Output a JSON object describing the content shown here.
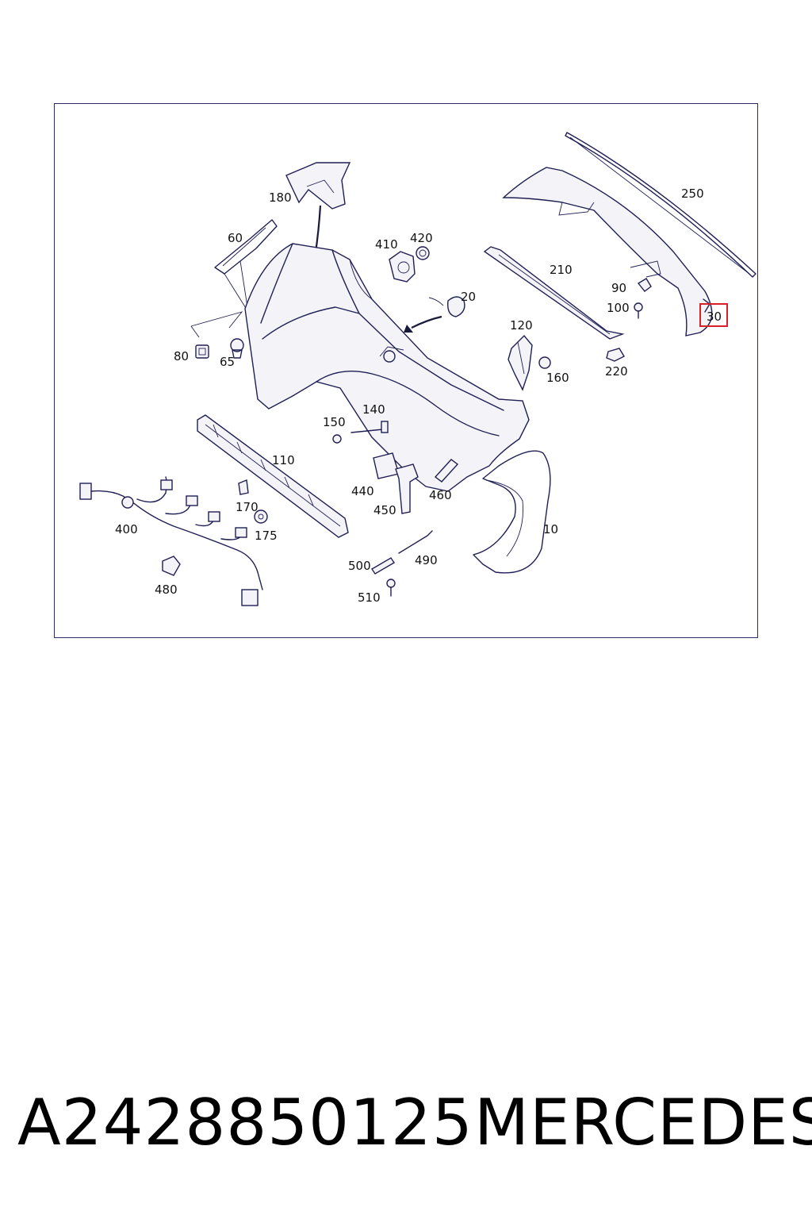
{
  "labels": [
    {
      "id": "10",
      "text": "10"
    },
    {
      "id": "20",
      "text": "20"
    },
    {
      "id": "30",
      "text": "30"
    },
    {
      "id": "60",
      "text": "60"
    },
    {
      "id": "65",
      "text": "65"
    },
    {
      "id": "80",
      "text": "80"
    },
    {
      "id": "90",
      "text": "90"
    },
    {
      "id": "100",
      "text": "100"
    },
    {
      "id": "110",
      "text": "110"
    },
    {
      "id": "120",
      "text": "120"
    },
    {
      "id": "140",
      "text": "140"
    },
    {
      "id": "150",
      "text": "150"
    },
    {
      "id": "160",
      "text": "160"
    },
    {
      "id": "170",
      "text": "170"
    },
    {
      "id": "175",
      "text": "175"
    },
    {
      "id": "180",
      "text": "180"
    },
    {
      "id": "210",
      "text": "210"
    },
    {
      "id": "220",
      "text": "220"
    },
    {
      "id": "250",
      "text": "250"
    },
    {
      "id": "400",
      "text": "400"
    },
    {
      "id": "410",
      "text": "410"
    },
    {
      "id": "420",
      "text": "420"
    },
    {
      "id": "440",
      "text": "440"
    },
    {
      "id": "450",
      "text": "450"
    },
    {
      "id": "460",
      "text": "460"
    },
    {
      "id": "480",
      "text": "480"
    },
    {
      "id": "490",
      "text": "490"
    },
    {
      "id": "500",
      "text": "500"
    },
    {
      "id": "510",
      "text": "510"
    }
  ],
  "highlighted_label": "30",
  "highlight_color": "#d8202a",
  "line_color": "#1f1f55",
  "footer": {
    "part_number": "A2428850125",
    "brand": "MERCEDES"
  }
}
